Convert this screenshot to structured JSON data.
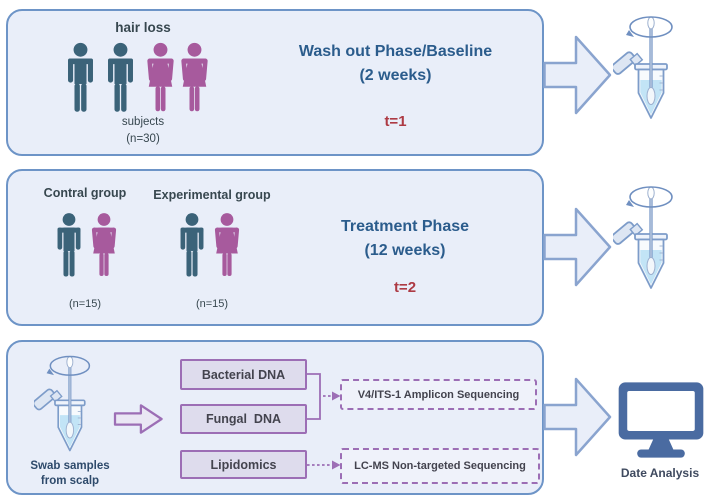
{
  "panel_washout": {
    "title": "hair loss",
    "subjects_label": "subjects",
    "subjects_n": "(n=30)",
    "phase_title": "Wash out Phase/Baseline",
    "phase_duration": "(2 weeks)",
    "timepoint": "t=1"
  },
  "panel_treatment": {
    "control_label": "Contral group",
    "experimental_label": "Experimental group",
    "control_n": "(n=15)",
    "experimental_n": "(n=15)",
    "phase_title": "Treatment Phase",
    "phase_duration": "(12 weeks)",
    "timepoint": "t=2"
  },
  "panel_analysis": {
    "swab_label_line1": "Swab samples",
    "swab_label_line2": "from scalp",
    "sample_boxes": [
      {
        "label": "Bacterial DNA"
      },
      {
        "label": "Fungal  DNA"
      },
      {
        "label": "Lipidomics"
      }
    ],
    "sequencing_boxes": [
      {
        "label": "V4/ITS-1 Amplicon Sequencing"
      },
      {
        "label": "LC-MS Non-targeted Sequencing"
      }
    ],
    "output_label": "Date Analysis"
  },
  "icons": [
    "male-person-icon",
    "female-person-icon",
    "swab-tube-icon",
    "block-arrow-right-icon",
    "purple-arrow-right-icon",
    "monitor-icon"
  ],
  "colors": {
    "panel_bg": "#e9eef9",
    "panel_border": "#6d94c7",
    "male_figure": "#3b6379",
    "female_figure": "#a75a9d",
    "heading_blue": "#2b5c8c",
    "timepoint_red": "#ad3a44",
    "purple_accent": "#9c6eb5",
    "sample_box_fill": "#dedced",
    "monitor_blue": "#4a6ba1",
    "tube_liquid": "#c2e4f6",
    "dark_text": "#37474f"
  }
}
